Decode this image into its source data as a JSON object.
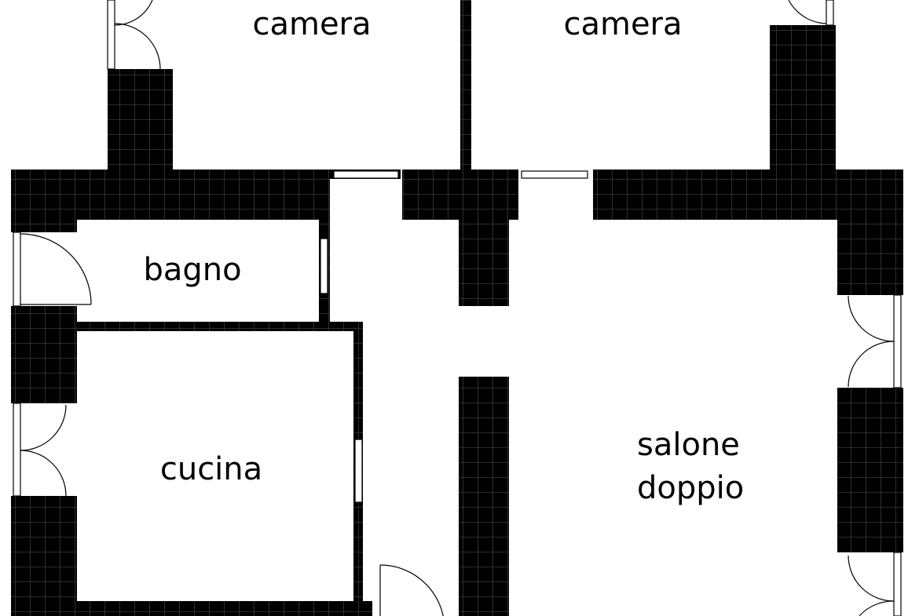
{
  "colors": {
    "wall": "#000000",
    "tile_line": "#3a3a3a",
    "floor": "#ffffff"
  },
  "rooms": {
    "camera_left": "camera",
    "camera_right": "camera",
    "bagno": "bagno",
    "cucina": "cucina",
    "salone_line1": "salone",
    "salone_line2": "doppio"
  }
}
